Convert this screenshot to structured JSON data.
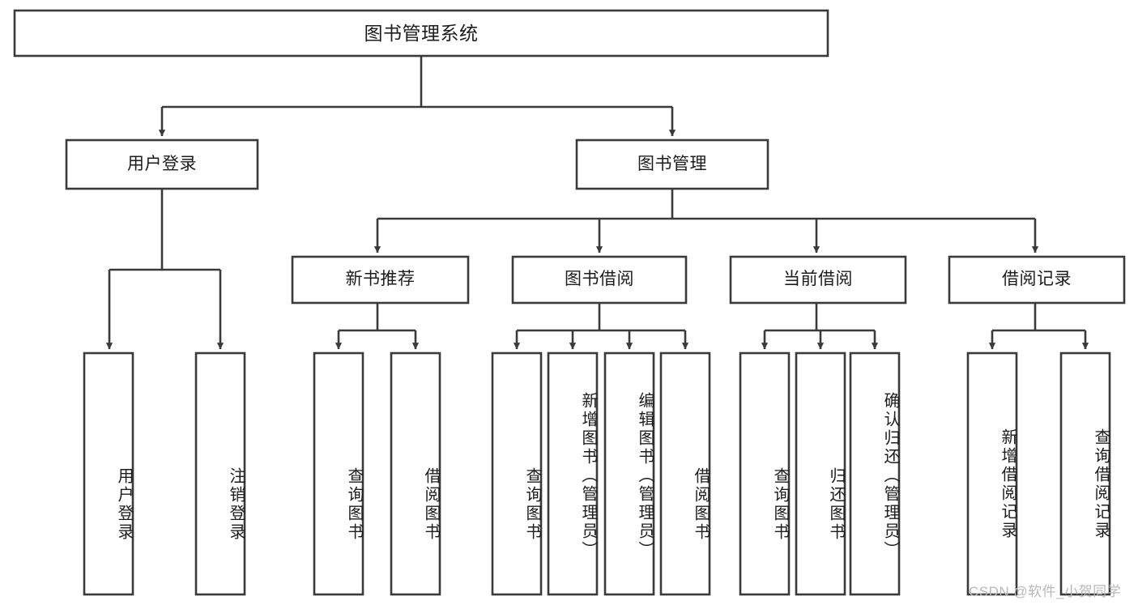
{
  "diagram": {
    "type": "tree",
    "title": "图书管理系统",
    "root": {
      "id": "root",
      "label": "图书管理系统",
      "orientation": "horizontal"
    },
    "level2": [
      {
        "id": "user-login",
        "label": "用户登录",
        "orientation": "horizontal"
      },
      {
        "id": "book-management",
        "label": "图书管理",
        "orientation": "horizontal"
      }
    ],
    "level3": [
      {
        "id": "new-book-recommend",
        "label": "新书推荐",
        "parent": "book-management",
        "orientation": "horizontal"
      },
      {
        "id": "book-borrow",
        "label": "图书借阅",
        "parent": "book-management",
        "orientation": "horizontal"
      },
      {
        "id": "current-borrow",
        "label": "当前借阅",
        "parent": "book-management",
        "orientation": "horizontal"
      },
      {
        "id": "borrow-record",
        "label": "借阅记录",
        "parent": "book-management",
        "orientation": "horizontal"
      }
    ],
    "leaves": [
      {
        "id": "leaf-user-login",
        "label": "用户登录",
        "parent": "user-login",
        "orientation": "vertical"
      },
      {
        "id": "leaf-logout",
        "label": "注销登录",
        "parent": "user-login",
        "orientation": "vertical"
      },
      {
        "id": "leaf-query-book-1",
        "label": "查询图书",
        "parent": "new-book-recommend",
        "orientation": "vertical"
      },
      {
        "id": "leaf-borrow-book-1",
        "label": "借阅图书",
        "parent": "new-book-recommend",
        "orientation": "vertical"
      },
      {
        "id": "leaf-query-book-2",
        "label": "查询图书",
        "parent": "book-borrow",
        "orientation": "vertical"
      },
      {
        "id": "leaf-add-book",
        "label": "新增图书（管理员）",
        "parent": "book-borrow",
        "orientation": "vertical"
      },
      {
        "id": "leaf-edit-book",
        "label": "编辑图书（管理员）",
        "parent": "book-borrow",
        "orientation": "vertical"
      },
      {
        "id": "leaf-borrow-book-2",
        "label": "借阅图书",
        "parent": "book-borrow",
        "orientation": "vertical"
      },
      {
        "id": "leaf-query-book-3",
        "label": "查询图书",
        "parent": "current-borrow",
        "orientation": "vertical"
      },
      {
        "id": "leaf-return-book",
        "label": "归还图书",
        "parent": "current-borrow",
        "orientation": "vertical"
      },
      {
        "id": "leaf-confirm-return",
        "label": "确认归还（管理员）",
        "parent": "current-borrow",
        "orientation": "vertical"
      },
      {
        "id": "leaf-add-record",
        "label": "新增借阅记录",
        "parent": "borrow-record",
        "orientation": "vertical"
      },
      {
        "id": "leaf-query-record",
        "label": "查询借阅记录",
        "parent": "borrow-record",
        "orientation": "vertical"
      }
    ],
    "colors": {
      "stroke": "#3a3a3a",
      "box_fill": "#ffffff",
      "text": "#1c1c1c",
      "background": "#ffffff",
      "watermark": "#b8b8b8"
    }
  },
  "watermark": {
    "text": "CSDN @软件_小贺同学"
  }
}
